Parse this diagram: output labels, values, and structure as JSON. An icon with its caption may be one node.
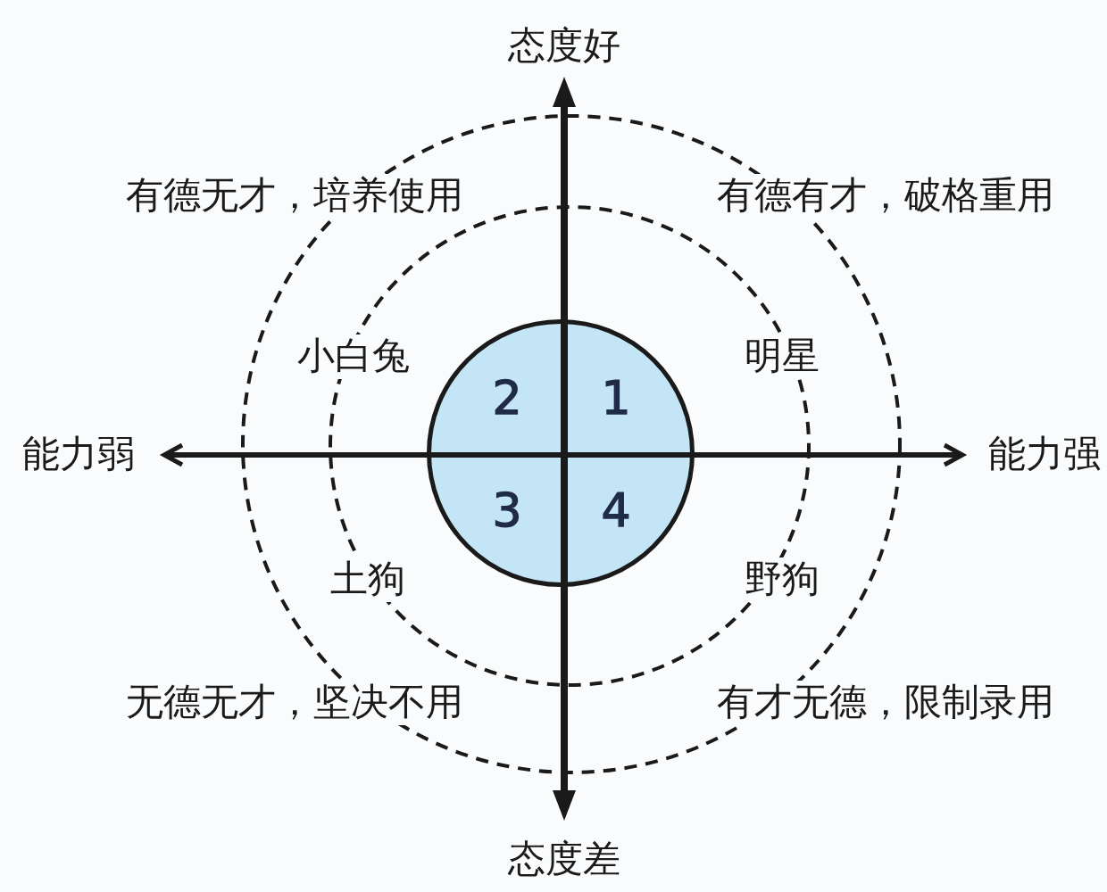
{
  "diagram": {
    "nodes": [
      {
        "text": [],
        "shape": "circle"
      },
      {
        "text": [],
        "shape": "circle",
        "in": 0
      },
      {
        "text": [
          "2",
          "1",
          "3",
          "4"
        ],
        "in": 1
      }
    ],
    "labels": [
      "态度好",
      "有德无才，培养使用",
      "有德有才，破格重用",
      "小白兔",
      "明星",
      "能力弱",
      "能力强",
      "土狗",
      "野狗",
      "无德无才，坚决不用",
      "有才无德，限制录用",
      "态度差"
    ]
  }
}
